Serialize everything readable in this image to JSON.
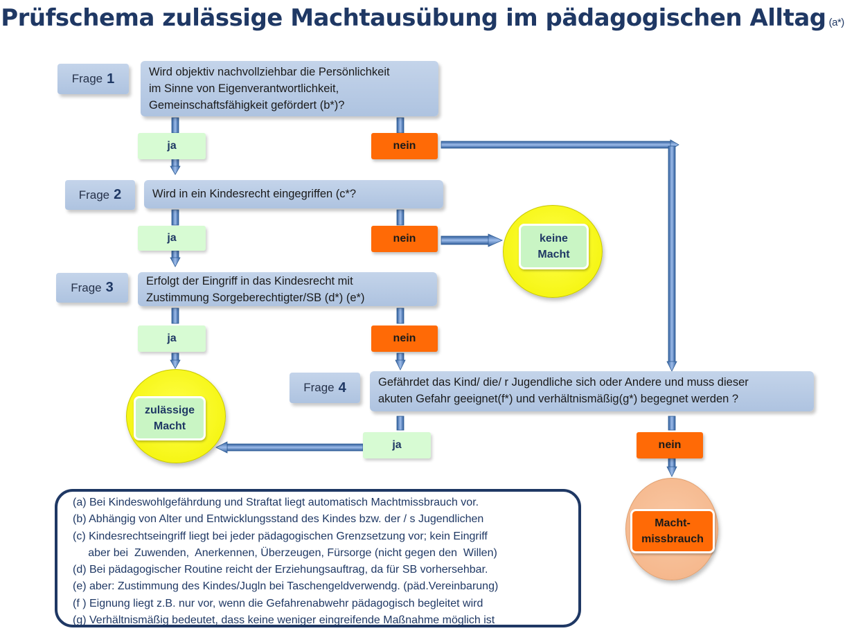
{
  "title": {
    "text": "Prüfschema zulässige Machtausübung im pädagogischen Alltag",
    "suffix": "(a*)"
  },
  "colors": {
    "title": "#1f3864",
    "question_box": "#b8cae5",
    "ja": "#d7fbd3",
    "nein": "#ff6a06",
    "arrow": "#4f81bd",
    "circle_yellow": "#ffff00",
    "circle_peach": "#f6b994"
  },
  "questions": [
    {
      "label": "Frage",
      "number": "1",
      "lines": [
        "Wird objektiv nachvollziehbar die Persönlichkeit",
        "im Sinne von Eigenverantwortlichkeit,",
        "Gemeinschaftsfähigkeit gefördert (b*)?"
      ]
    },
    {
      "label": "Frage",
      "number": "2",
      "lines": [
        "Wird in ein Kindesrecht eingegriffen (c*?"
      ]
    },
    {
      "label": "Frage",
      "number": "3",
      "lines": [
        "Erfolgt der Eingriff in das Kindesrecht mit",
        "Zustimmung Sorgeberechtigter/SB (d*) (e*)"
      ]
    },
    {
      "label": "Frage",
      "number": "4",
      "lines": [
        "Gefährdet das Kind/ die/ r Jugendliche sich oder Andere und muss dieser",
        "akuten Gefahr geeignet(f*)  und verhältnismäßig(g*) begegnet werden ?"
      ]
    }
  ],
  "answers": {
    "ja": "ja",
    "nein": "nein"
  },
  "outcomes": {
    "keine_macht": [
      "keine",
      "Macht"
    ],
    "zulaessige_macht": [
      "zulässige",
      "Macht"
    ],
    "machtmissbrauch": [
      "Macht-",
      "missbrauch"
    ]
  },
  "notes": [
    "(a) Bei Kindeswohlgefährdung und Straftat liegt automatisch Machtmissbrauch vor.",
    "(b) Abhängig von  Alter und Entwicklungsstand  des  Kindes bzw.  der / s Jugendlichen",
    "(c) Kindesrechtseingriff  liegt bei jeder pädagogischen  Grenzsetzung vor; kein  Eingriff",
    "     aber bei  Zuwenden,  Anerkennen, Überzeugen, Fürsorge (nicht gegen den  Willen)",
    "(d) Bei pädagogischer Routine reicht der Erziehungsauftrag, da für SB vorhersehbar.",
    "(e) aber: Zustimmung des Kindes/Jugln bei Taschengeldverwendg. (päd.Vereinbarung)",
    "(f ) Eignung liegt z.B. nur vor, wenn  die  Gefahrenabwehr  pädagogisch  begleitet wird",
    "(g) Verhältnismäßig bedeutet, dass keine weniger eingreifende Maßnahme möglich ist"
  ]
}
